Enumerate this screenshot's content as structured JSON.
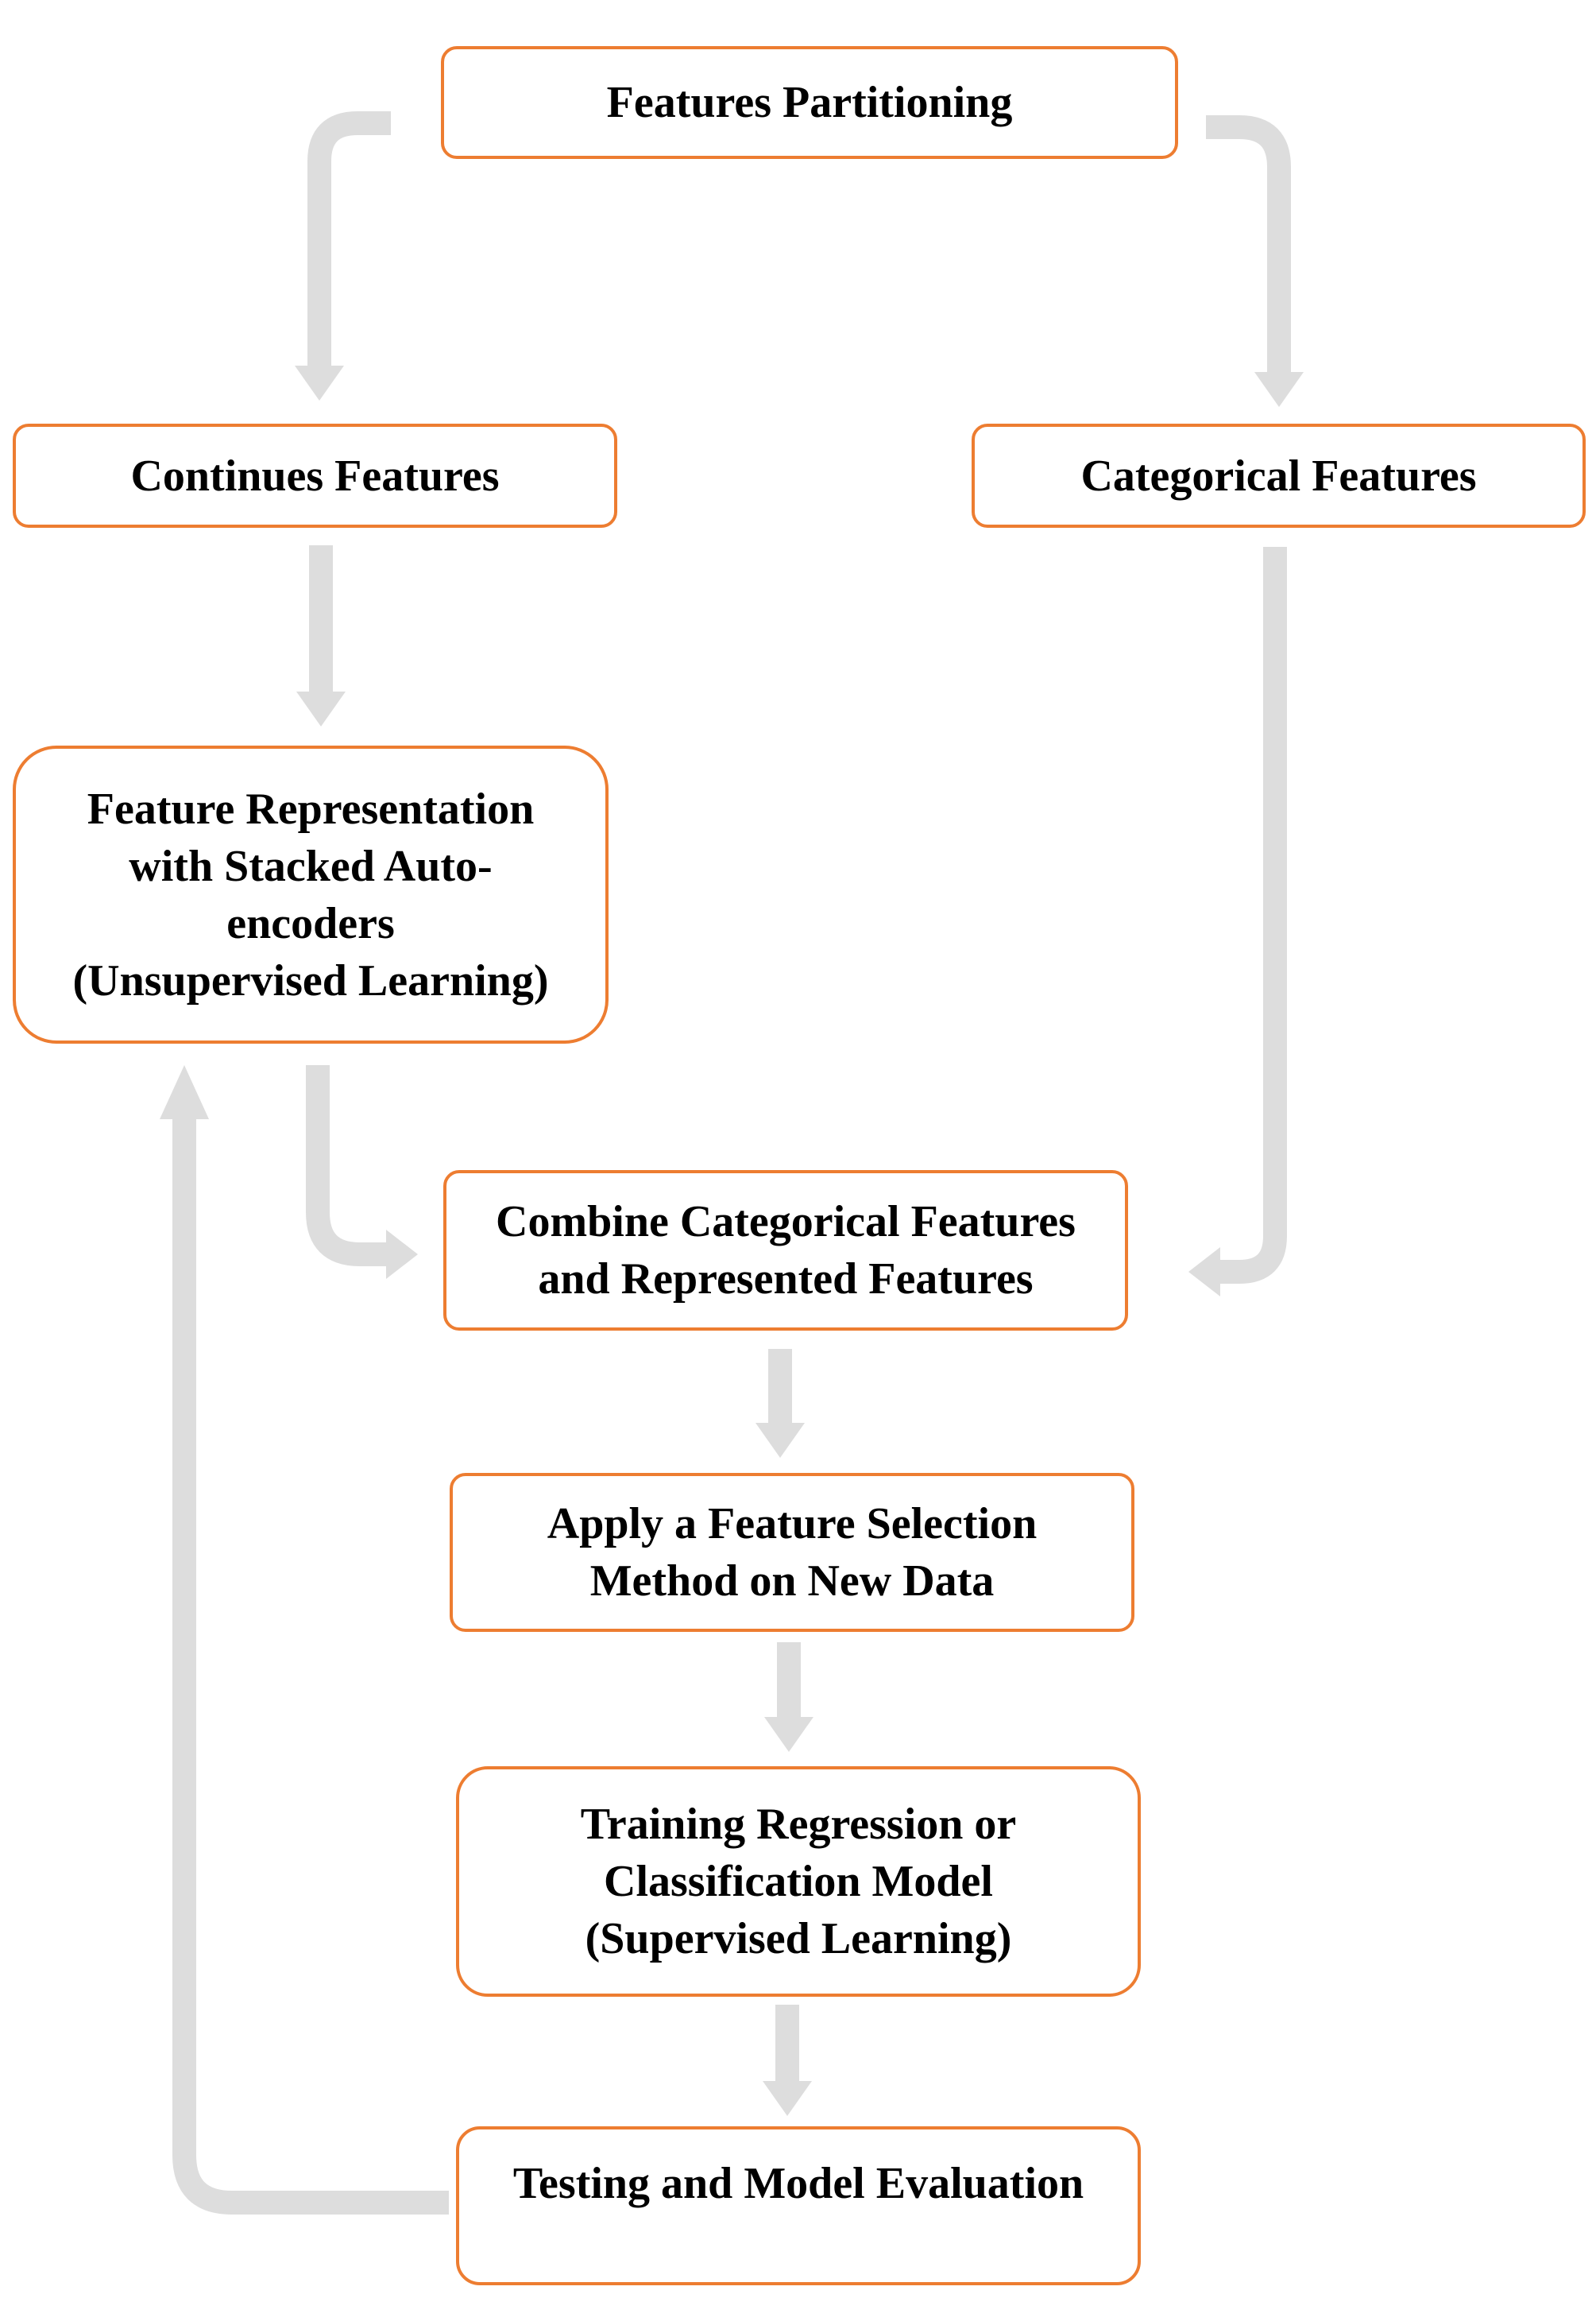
{
  "colors": {
    "node_border": "#ED7D31",
    "arrow": "#DDDDDD",
    "text": "#000000",
    "background": "#FFFFFF"
  },
  "nodes": {
    "features_partitioning": "Features Partitioning",
    "continues_features": "Continues Features",
    "categorical_features": "Categorical Features",
    "feature_representation": "Feature Representation\nwith Stacked Auto-\nencoders\n(Unsupervised Learning)",
    "combine_features": "Combine Categorical Features\nand Represented Features",
    "feature_selection": "Apply a Feature Selection\nMethod on New Data",
    "training_model": "Training Regression or\nClassification Model\n(Supervised Learning)",
    "testing_evaluation": "Testing and Model Evaluation"
  },
  "edges": [
    {
      "from": "features_partitioning",
      "to": "continues_features"
    },
    {
      "from": "features_partitioning",
      "to": "categorical_features"
    },
    {
      "from": "continues_features",
      "to": "feature_representation"
    },
    {
      "from": "feature_representation",
      "to": "combine_features"
    },
    {
      "from": "categorical_features",
      "to": "combine_features"
    },
    {
      "from": "combine_features",
      "to": "feature_selection"
    },
    {
      "from": "feature_selection",
      "to": "training_model"
    },
    {
      "from": "training_model",
      "to": "testing_evaluation"
    },
    {
      "from": "testing_evaluation",
      "to": "feature_representation"
    }
  ]
}
